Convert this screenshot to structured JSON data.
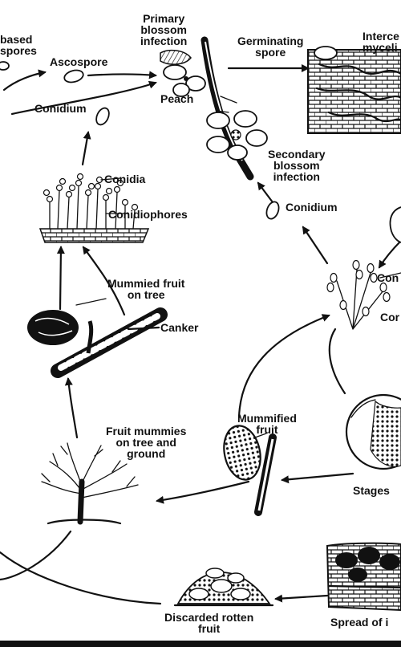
{
  "labels": {
    "released_spores": [
      "based",
      "spores"
    ],
    "ascospore": "Ascospore",
    "conidium_left": "Conidium",
    "primary_infection": [
      "Primary",
      "blossom",
      "infection"
    ],
    "peach": "Peach",
    "germinating_spore": [
      "Germinating",
      "spore"
    ],
    "intercellular_mycelium": [
      "Interce",
      "myceli"
    ],
    "secondary_infection": [
      "Secondary",
      "blossom",
      "infection"
    ],
    "conidium_right": "Conidium",
    "conidia": "Conidia",
    "conidiophores": "Conidiophores",
    "mummied_fruit_on_tree": [
      "Mummied fruit",
      "on tree"
    ],
    "canker": "Canker",
    "con_upper": "Con",
    "con_lower": "Cor",
    "fruit_mummies": [
      "Fruit mummies",
      "on tree and",
      "ground"
    ],
    "mummified_fruit": [
      "Mummified",
      "fruit"
    ],
    "stages": "Stages",
    "discarded_rotten_fruit": [
      "Discarded rotten",
      "fruit"
    ],
    "spread_of_infection": "Spread of i"
  },
  "colors": {
    "ink": "#111111",
    "background": "#ffffff"
  }
}
